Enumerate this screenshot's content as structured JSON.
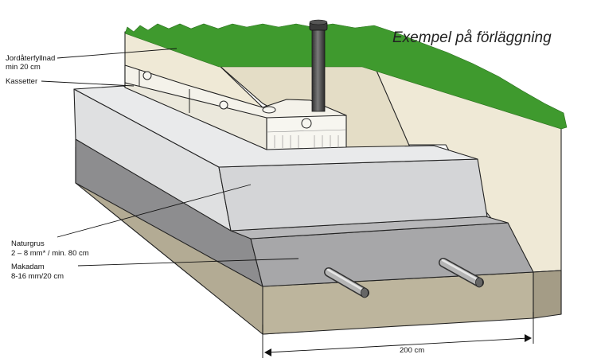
{
  "title": "Exempel på förläggning",
  "labels": {
    "backfill_line1": "Jordåterfyllnad",
    "backfill_line2": "min 20 cm",
    "cassettes": "Kassetter",
    "gravel_line1": "Naturgrus",
    "gravel_line2": "2 – 8 mm* / min. 80 cm",
    "macadam_line1": "Makadam",
    "macadam_line2": "8-16 mm/20 cm",
    "width": "200 cm"
  },
  "colors": {
    "grass": "#3f9a2e",
    "backfill": "#efe9d6",
    "soil": "#b3ab94",
    "gravel_light": "#dfe0e1",
    "gravel_mid": "#c6c7c9",
    "macadam_top": "#a7a7a9",
    "macadam_side": "#8d8d8f",
    "pipe": "#4a4a4a"
  }
}
